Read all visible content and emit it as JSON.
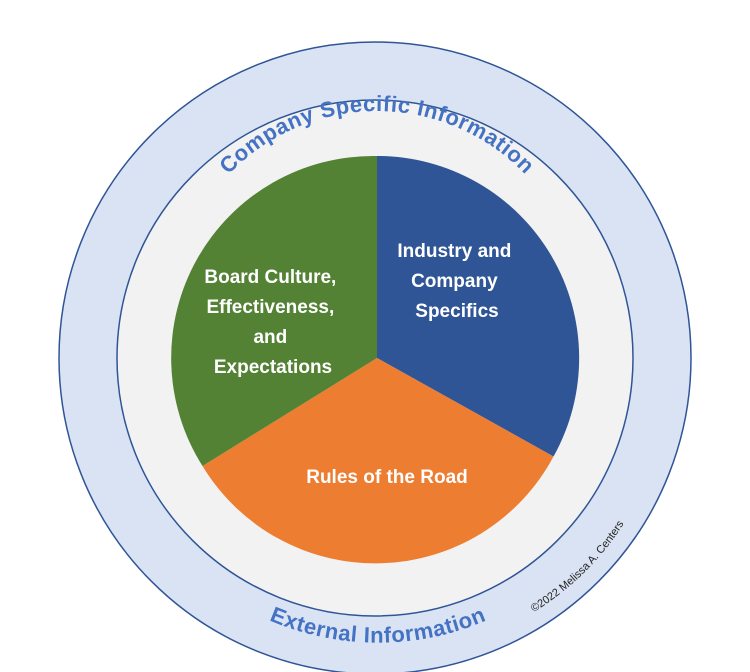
{
  "diagram": {
    "outer_ring_label": "External Information",
    "inner_ring_label": "Company Specific Information",
    "segments": [
      {
        "id": "industry",
        "lines": [
          "Industry and",
          "Company",
          "Specifics"
        ],
        "color": "#2f5597"
      },
      {
        "id": "rules",
        "lines": [
          "Rules of the Road"
        ],
        "color": "#ed7d31"
      },
      {
        "id": "board",
        "lines": [
          "Board Culture,",
          "Effectiveness,",
          "and",
          "Expectations"
        ],
        "color": "#548235"
      }
    ],
    "copyright": "©2022 Melissa A. Centers"
  },
  "colors": {
    "outer_ring_fill": "#dae3f3",
    "ring_stroke": "#2f5597",
    "inner_ring_fill": "#f2f2f2",
    "label_text": "#4472c4"
  }
}
